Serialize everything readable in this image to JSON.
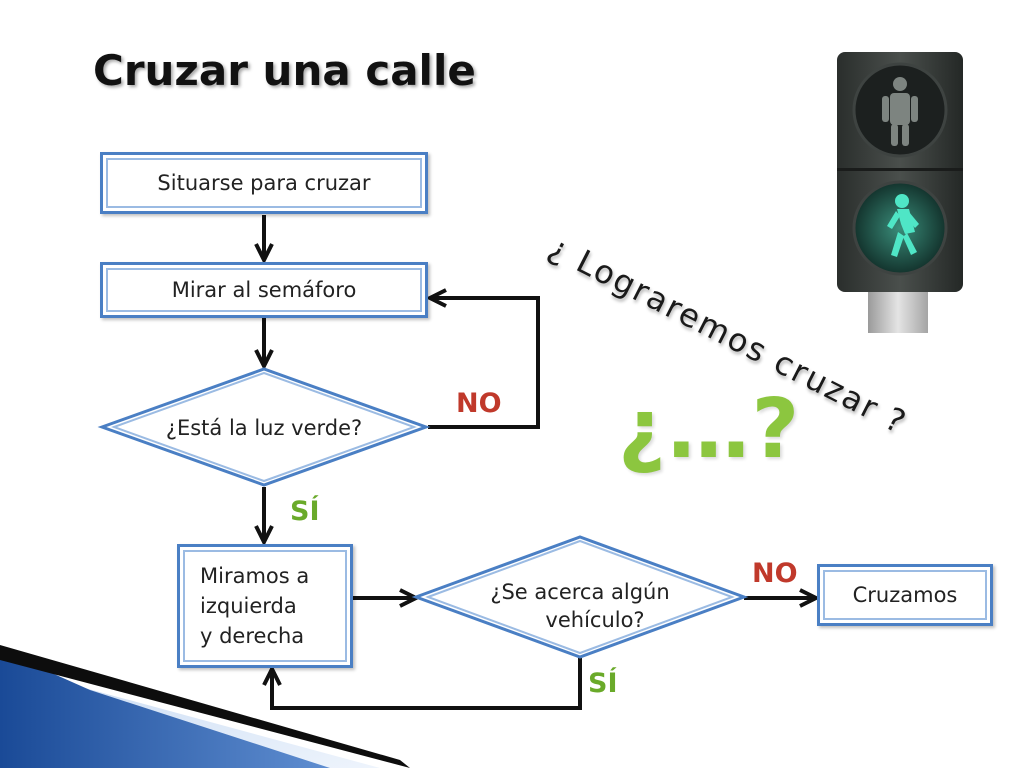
{
  "slide": {
    "title": "Cruzar una calle",
    "rotated_text": "¿ Lograremos cruzar ?",
    "big_question": "¿…?"
  },
  "flowchart": {
    "nodes": {
      "situarse": "Situarse para cruzar",
      "mirar_semaforo": "Mirar al semáforo",
      "luz_verde": "¿Está la luz verde?",
      "miramos": [
        "Miramos a",
        "izquierda",
        "y derecha"
      ],
      "vehiculo": [
        "¿Se acerca algún",
        "vehículo?"
      ],
      "cruzamos": "Cruzamos"
    },
    "labels": {
      "no_1": "NO",
      "si_1": "SÍ",
      "no_2": "NO",
      "si_2": "SÍ"
    }
  },
  "colors": {
    "node_border": "#4a7fc4",
    "no_label": "#c0392b",
    "si_label": "#6aaa2a",
    "big_question": "#8cc63f",
    "corner_band": "#1f4f9e"
  },
  "icons": {
    "traffic_light": "pedestrian-traffic-light-icon"
  }
}
